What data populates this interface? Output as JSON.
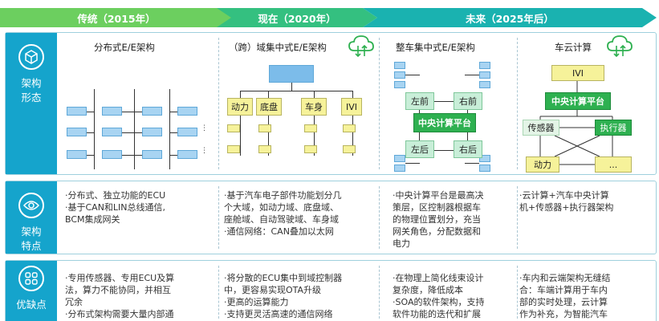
{
  "timeline": [
    {
      "label": "传统（2015年）"
    },
    {
      "label": "现在（2020年）"
    },
    {
      "label": "未来（2025年后）"
    }
  ],
  "rows": {
    "architecture": {
      "label": "架构\n形态",
      "icon": "cube-icon"
    },
    "features": {
      "label": "架构\n特点",
      "icon": "eye-icon"
    },
    "pros_cons": {
      "label": "优缺点",
      "icon": "grid-icon"
    }
  },
  "diagrams": {
    "distributed": {
      "title": "分布式E/E架构"
    },
    "domain": {
      "title": "（跨）域集中式E/E架构",
      "domains": [
        "动力",
        "底盘",
        "车身",
        "IVI"
      ]
    },
    "central": {
      "title": "整车集中式E/E架构",
      "zones": [
        "左前",
        "右前",
        "左后",
        "右后"
      ],
      "core": "中央计算平台"
    },
    "cloud": {
      "title": "车云计算",
      "ivi": "IVI",
      "core": "中央计算平台",
      "sensor": "传感器",
      "actuator": "执行器",
      "power": "动力",
      "more": "..."
    }
  },
  "features": [
    [
      "·分布式、独立功能的ECU",
      "·基于CAN和LIN总线通信,",
      " BCM集成网关"
    ],
    [
      "·基于汽车电子部件功能划分几",
      " 个大域，如动力域、底盘域、",
      " 座舱域、自动驾驶域、车身域",
      "·通信网络：CAN叠加以太网"
    ],
    [
      "·中央计算平台是最高决",
      " 策层，区控制器根据车",
      " 的物理位置划分，充当",
      " 网关角色，分配数据和",
      " 电力"
    ],
    [
      "·云计算+汽车中央计算",
      " 机+传感器+执行器架构"
    ]
  ],
  "pros_cons": [
    [
      "·专用传感器、专用ECU及算",
      " 法，算力不能协同，并相互",
      " 冗余",
      "·分布式架构需要大量内部通"
    ],
    [
      "·将分散的ECU集中到域控制器",
      " 中，更容易实现OTA升级",
      "·更高的运算能力",
      "·支持更灵活高速的通信网络"
    ],
    [
      "·在物理上简化线束设计",
      " 复杂度，降低成本",
      "·SOA的软件架构，支持",
      " 软件功能的迭代和扩展"
    ],
    [
      "·车内和云端架构无缝结",
      " 合：车端计算用于车内",
      " 部的实时处理，云计算",
      " 作为补充，为智能汽车"
    ]
  ],
  "colors": {
    "sidebar": "#15a4cc",
    "ecu_blue": "#a8d4f2",
    "domain_yellow": "#f6f29a",
    "central_green": "#2eb050"
  }
}
